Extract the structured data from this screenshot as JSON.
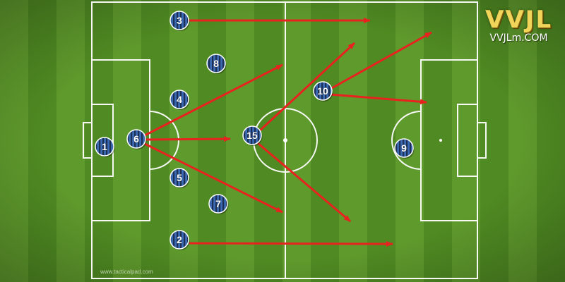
{
  "brand": {
    "logo_text": "VVJL",
    "logo_url_text": "VVJLm.COM"
  },
  "credit_text": "www.tacticalpad.com",
  "colors": {
    "grass_light": "#5f9a2c",
    "grass_dark": "#4f8a22",
    "line": "#ffffff",
    "arrow": "#e8231f",
    "kit_blue": "#3c6bb4",
    "kit_stripe": "#1c2f55",
    "number": "#ffffff"
  },
  "players": [
    {
      "number": "1"
    },
    {
      "number": "6"
    },
    {
      "number": "3"
    },
    {
      "number": "8"
    },
    {
      "number": "4"
    },
    {
      "number": "5"
    },
    {
      "number": "7"
    },
    {
      "number": "2"
    },
    {
      "number": "15"
    },
    {
      "number": "10"
    },
    {
      "number": "9"
    }
  ]
}
